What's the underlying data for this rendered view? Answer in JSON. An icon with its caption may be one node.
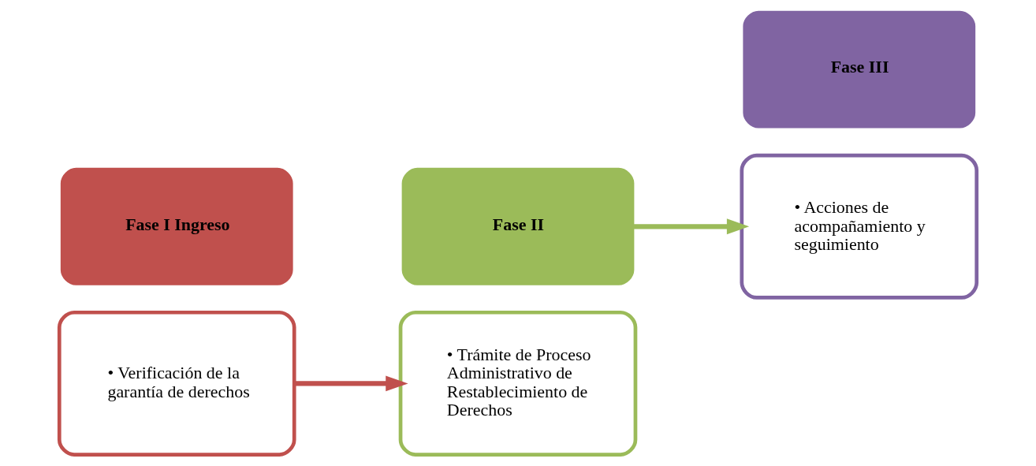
{
  "diagram": {
    "nodes": [
      {
        "text": [
          "• Verificación de la garantía de derechos"
        ]
      },
      {
        "text": [
          "Fase I Ingreso"
        ]
      },
      {
        "text": [
          "• Trámite de Proceso Administrativo de Restablecimiento de Derechos"
        ]
      },
      {
        "text": [
          "Fase II"
        ]
      },
      {
        "text": [
          "• Acciones de acompañamiento y seguimiento"
        ]
      },
      {
        "text": [
          "Fase III"
        ]
      }
    ],
    "edges": [
      {
        "from": 0,
        "to": 2,
        "arrow": "to",
        "color": "#c0504d"
      },
      {
        "from": 3,
        "to": 4,
        "arrow": "to",
        "color": "#9bbb59"
      }
    ]
  }
}
